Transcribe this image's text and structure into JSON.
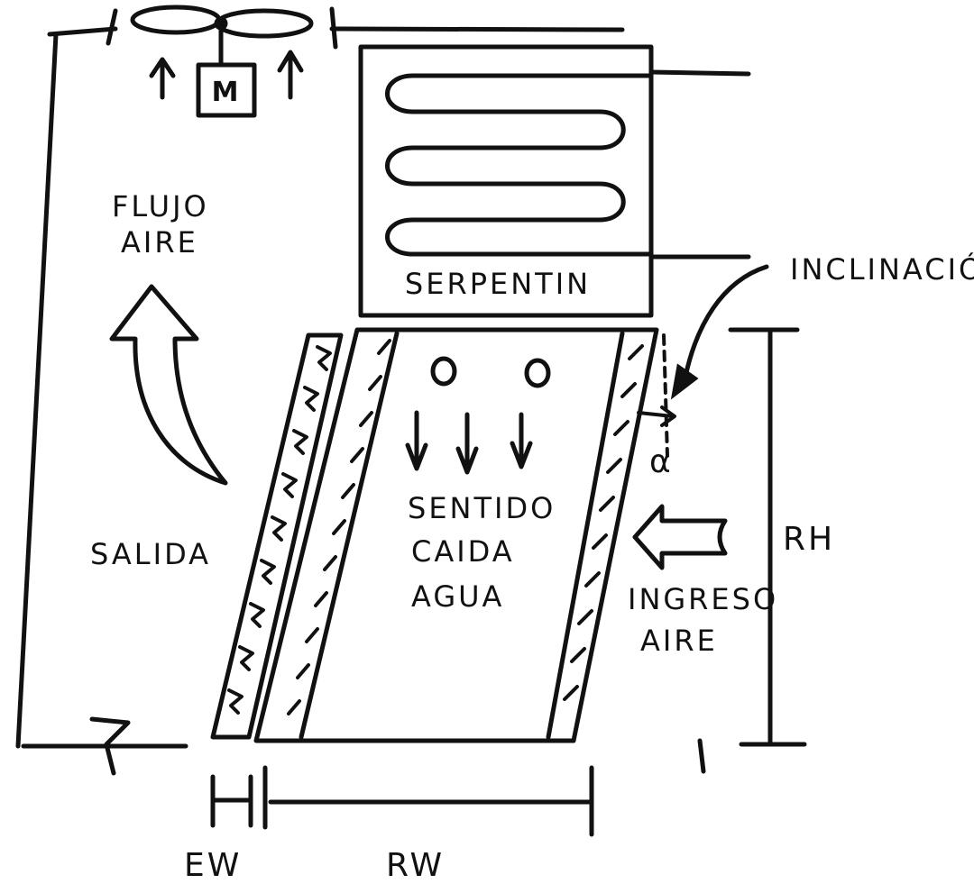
{
  "labels": {
    "motor": "M",
    "flujo_line1": "FLUJO",
    "flujo_line2": "AIRE",
    "serpentin": "SERPENTIN",
    "inclinacion": "INCLINACIÓN",
    "sentido_line1": "SENTIDO",
    "sentido_line2": "CAIDA",
    "sentido_line3": "AGUA",
    "salida": "SALIDA",
    "rh": "RH",
    "ingreso_line1": "INGRESO",
    "ingreso_line2": "AIRE",
    "alpha": "α",
    "ew": "EW",
    "rw": "RW"
  },
  "ink_color": "#111111"
}
